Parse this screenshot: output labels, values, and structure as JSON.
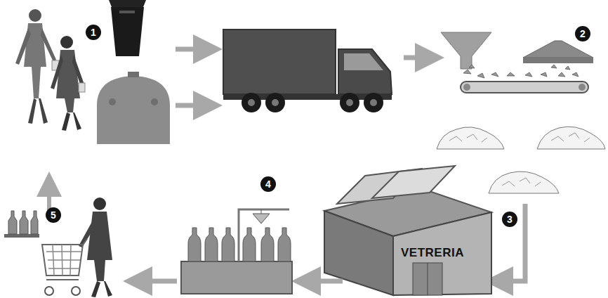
{
  "diagram": {
    "nodes": [
      {
        "text": [
          "VETRERIA"
        ]
      }
    ],
    "labels": [
      "1",
      "2",
      "3",
      "4",
      "5"
    ]
  }
}
